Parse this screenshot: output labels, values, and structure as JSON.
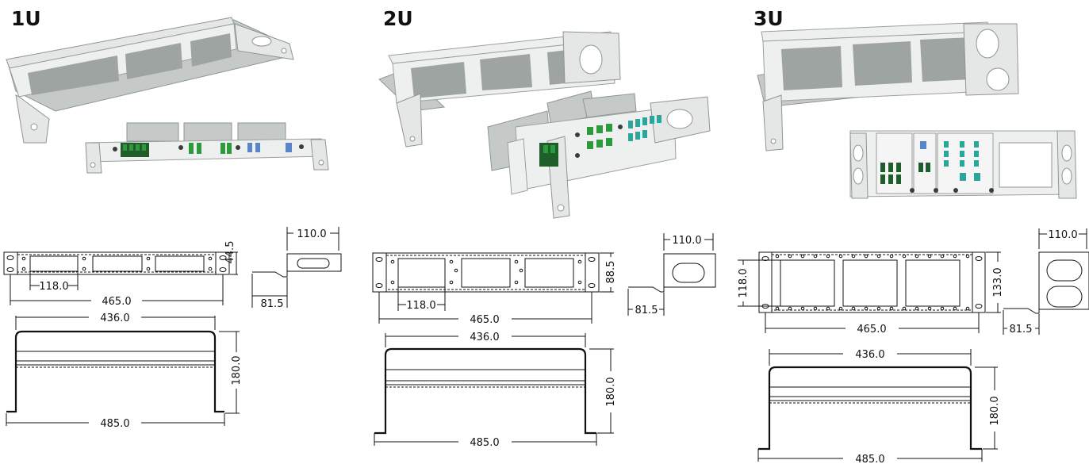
{
  "sections": [
    {
      "id": "1u",
      "title": "1U",
      "front": {
        "width": "465.0",
        "cutout": "118.0",
        "height": "44.5"
      },
      "side": {
        "top": "110.0",
        "bottom": "81.5"
      },
      "top_view": {
        "inner": "436.0",
        "outer": "485.0",
        "depth": "180.0"
      }
    },
    {
      "id": "2u",
      "title": "2U",
      "front": {
        "width": "465.0",
        "cutout": "118.0",
        "height": "88.5"
      },
      "side": {
        "top": "110.0",
        "bottom": "81.5"
      },
      "top_view": {
        "inner": "436.0",
        "outer": "485.0",
        "depth": "180.0"
      }
    },
    {
      "id": "3u",
      "title": "3U",
      "front": {
        "width": "465.0",
        "cutout": "118.0",
        "height": "133.0"
      },
      "side": {
        "top": "110.0",
        "bottom": "81.5"
      },
      "top_view": {
        "inner": "436.0",
        "outer": "485.0",
        "depth": "180.0"
      }
    }
  ],
  "colors": {
    "metal": "#e4e7e6",
    "adapter_green": "#2d9a3e",
    "adapter_blue": "#5a86c9",
    "line": "#111111"
  }
}
